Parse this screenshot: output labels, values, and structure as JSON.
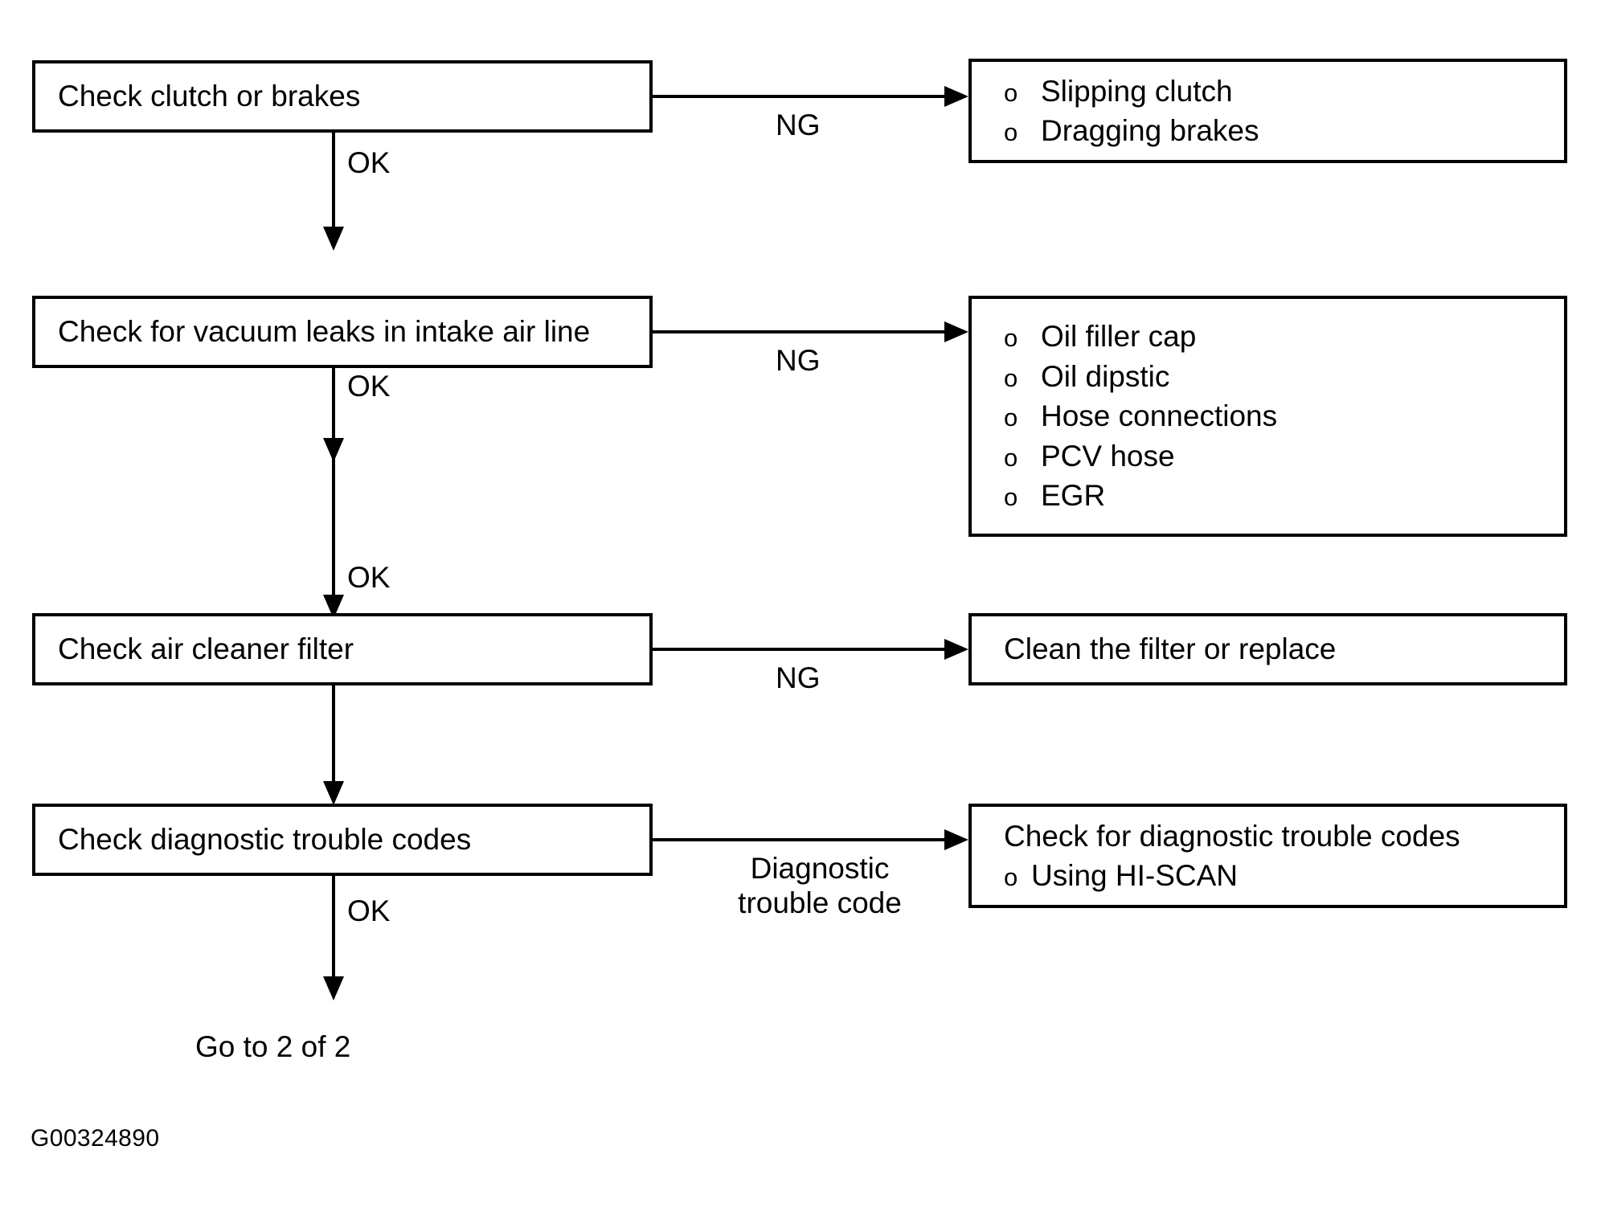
{
  "figure": {
    "id_label": "G00324890",
    "terminal_label": "Go to 2 of 2"
  },
  "steps": [
    {
      "id": "check-clutch-or-brakes",
      "label": "Check clutch or brakes",
      "pass_label": "OK",
      "fail_label": "NG",
      "result": {
        "id": "clutch-brake-faults",
        "items": [
          "Slipping clutch",
          "Dragging brakes"
        ]
      }
    },
    {
      "id": "check-vacuum-leaks",
      "label": "Check for vacuum leaks in intake air line",
      "pass_label": "OK",
      "fail_label": "NG",
      "result": {
        "id": "vacuum-leak-points",
        "items": [
          "Oil filler cap",
          "Oil dipstic",
          "Hose connections",
          "PCV hose",
          "EGR"
        ]
      }
    },
    {
      "id": "check-air-cleaner-filter",
      "label": "Check air cleaner filter",
      "pass_label": "OK",
      "fail_label": "NG",
      "result": {
        "id": "clean-filter-action",
        "heading": "Clean the filter or replace",
        "items": []
      }
    },
    {
      "id": "check-diagnostic-trouble-codes",
      "label": "Check diagnostic trouble codes",
      "pass_label": "OK",
      "fail_label": "Diagnostic trouble code",
      "result": {
        "id": "dtc-check-action",
        "heading": "Check for diagnostic trouble codes",
        "items": [
          "Using HI-SCAN"
        ]
      }
    }
  ],
  "colors": {
    "ink": "#000000",
    "paper": "#ffffff"
  }
}
